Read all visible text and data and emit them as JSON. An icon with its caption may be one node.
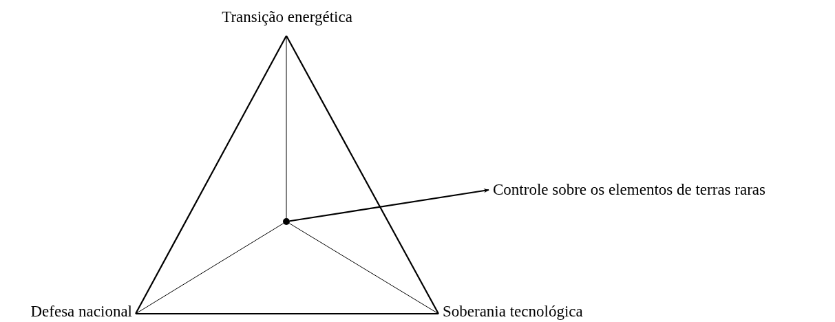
{
  "diagram": {
    "nodes": [
      {
        "text": [
          "Transição energética"
        ]
      },
      {
        "text": [
          "Controle sobre os elementos de terras raras"
        ]
      },
      {
        "text": [
          "Defesa nacional"
        ]
      },
      {
        "text": [
          "Soberania tecnológica"
        ]
      },
      {
        "text": [],
        "shape": "circle"
      }
    ],
    "edges": [
      {
        "from": 0,
        "to": 2,
        "arrow": "none"
      },
      {
        "from": 0,
        "to": 3,
        "arrow": "none"
      },
      {
        "from": 2,
        "to": 3,
        "arrow": "none"
      },
      {
        "from": 4,
        "to": 0,
        "arrow": "none"
      },
      {
        "from": 4,
        "to": 2,
        "arrow": "none"
      },
      {
        "from": 4,
        "to": 3,
        "arrow": "none"
      },
      {
        "from": 4,
        "to": 1,
        "arrow": "to"
      }
    ]
  }
}
